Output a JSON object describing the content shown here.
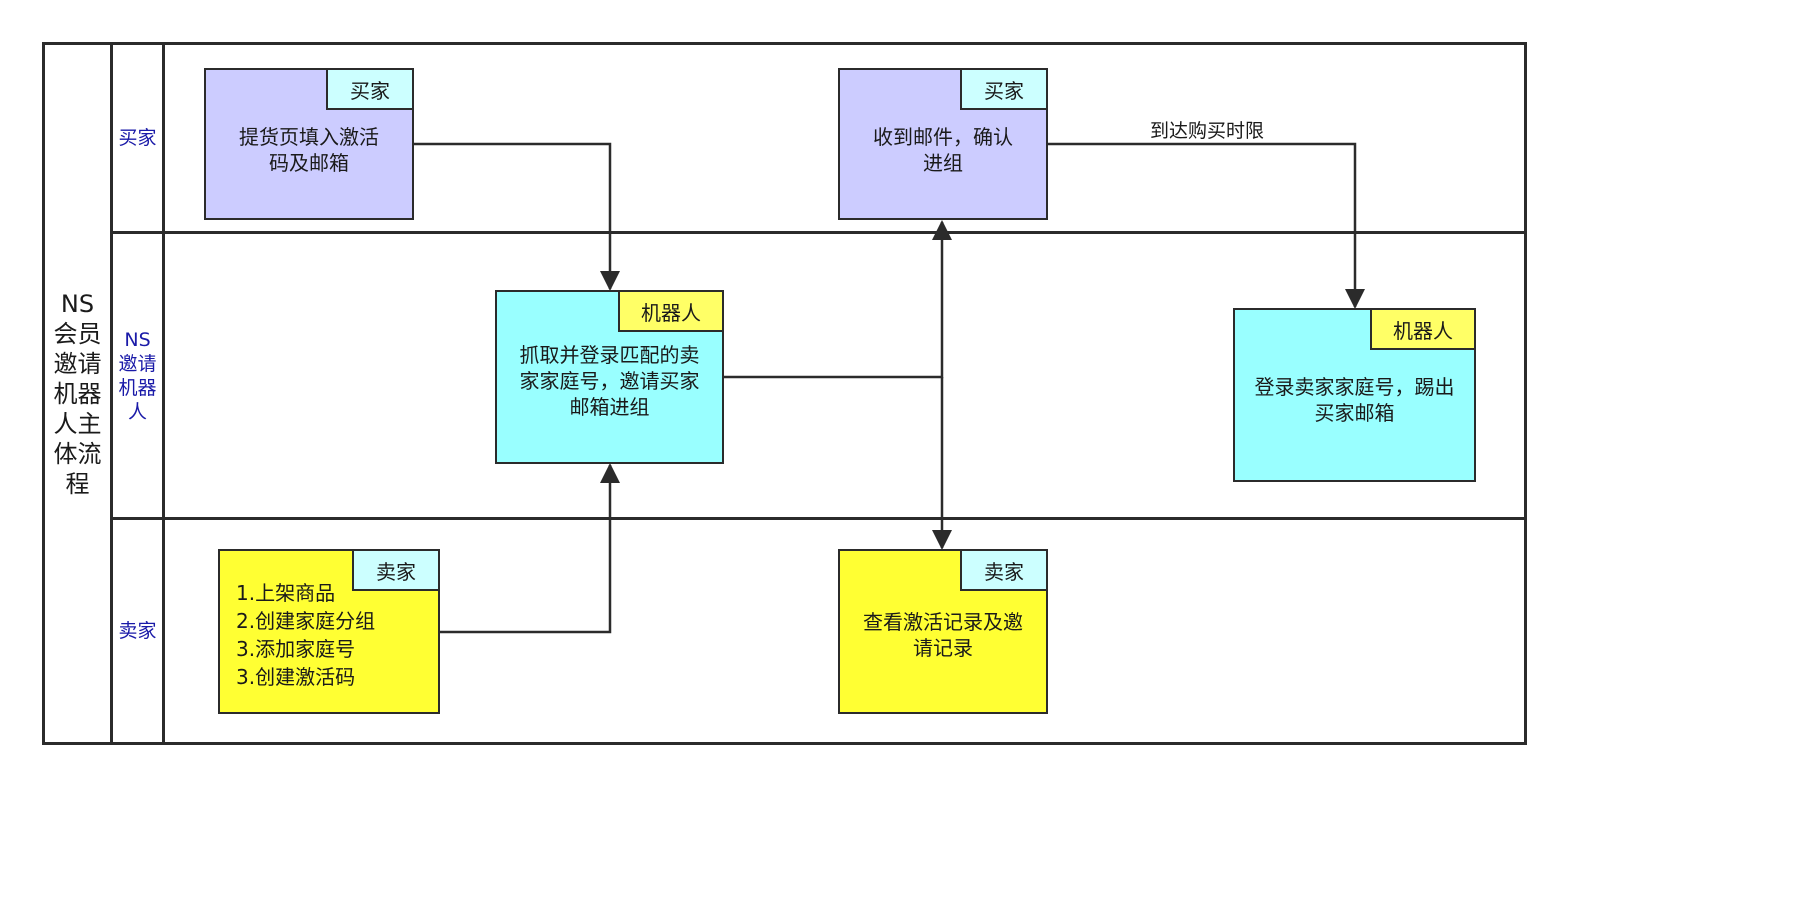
{
  "pool": {
    "title": "NS会员邀请机器人主体流程"
  },
  "lanes": [
    {
      "id": "buyer",
      "label": "买家"
    },
    {
      "id": "robot",
      "label": "NS邀请机器人"
    },
    {
      "id": "seller",
      "label": "卖家"
    }
  ],
  "nodes": {
    "buyer_input": {
      "tag": "买家",
      "text": "提货页填入激活码及邮箱",
      "fill": "#ccccff",
      "tag_fill": "#ccffff"
    },
    "buyer_confirm": {
      "tag": "买家",
      "text": "收到邮件，确认进组",
      "fill": "#ccccff",
      "tag_fill": "#ccffff"
    },
    "robot_invite": {
      "tag": "机器人",
      "text": "抓取并登录匹配的卖家家庭号，邀请买家邮箱进组",
      "fill": "#99ffff",
      "tag_fill": "#ffff66"
    },
    "robot_kick": {
      "tag": "机器人",
      "text": "登录卖家家庭号，踢出买家邮箱",
      "fill": "#99ffff",
      "tag_fill": "#ffff66"
    },
    "seller_setup": {
      "tag": "卖家",
      "lines": [
        "1.上架商品",
        "2.创建家庭分组",
        "3.添加家庭号",
        "3.创建激活码"
      ],
      "fill": "#ffff33",
      "tag_fill": "#ccffff"
    },
    "seller_view": {
      "tag": "卖家",
      "text": "查看激活记录及邀请记录",
      "fill": "#ffff33",
      "tag_fill": "#ccffff"
    }
  },
  "edges": {
    "timeout_label": "到达购买时限"
  }
}
